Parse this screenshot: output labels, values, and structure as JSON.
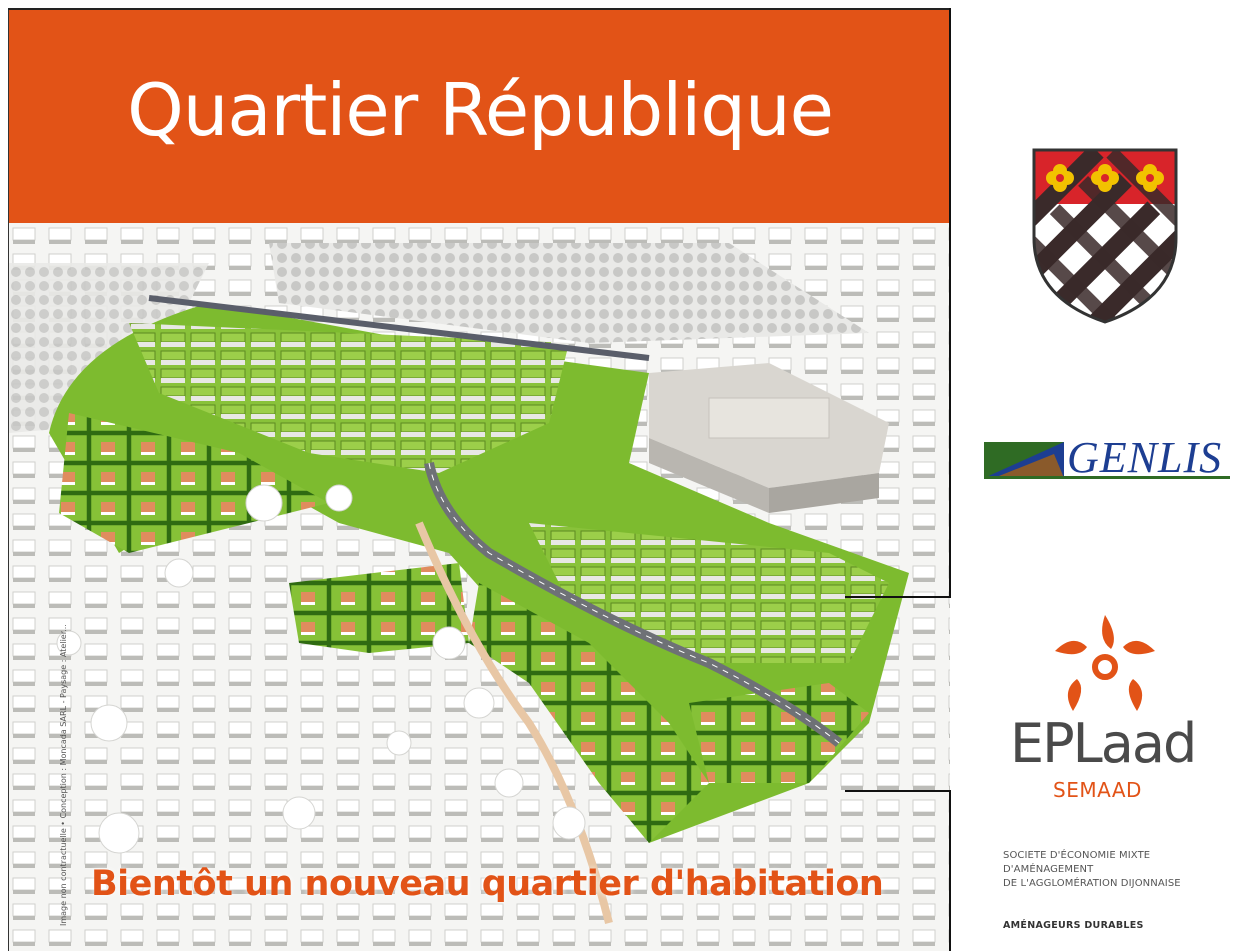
{
  "poster": {
    "title": "Quartier République",
    "tagline": "Bientôt un nouveau quartier d'habitation",
    "credit": "Image non contractuelle • Conception : Moncada SARL - Paysage : Atelier..."
  },
  "partners": {
    "city_name": "GENLIS",
    "agency_logo_wordmark": "EPLaad",
    "agency_name": "SEMAAD",
    "agency_description_lines": [
      "SOCIETE D'ÉCONOMIE MIXTE",
      "D'AMÉNAGEMENT",
      "DE L'AGGLOMÉRATION DIJONNAISE"
    ],
    "agency_slogan": "AMÉNAGEURS DURABLES"
  },
  "colors": {
    "brand_orange": "#e25317",
    "genlis_blue": "#1d3e92",
    "grass_green": "#7dbb2f",
    "coat_red": "#d8242a",
    "coat_gold": "#f2c200",
    "coat_dark": "#3a2a2a"
  },
  "icons": {
    "coat_of_arms": "coat-of-arms-icon",
    "genlis_emblem": "landscape-icon",
    "eplaad_star": "star-logo-icon"
  }
}
